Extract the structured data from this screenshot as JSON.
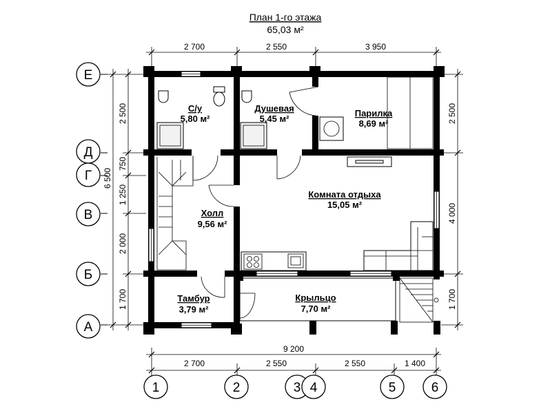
{
  "title": {
    "name": "План 1-го этажа",
    "area": "65,03 м²"
  },
  "rooms": {
    "su": {
      "name": "С/у",
      "area": "5,80 м²"
    },
    "shower": {
      "name": "Душевая",
      "area": "5,45 м²"
    },
    "sauna": {
      "name": "Парилка",
      "area": "8,69 м²"
    },
    "lounge": {
      "name": "Комната отдыха",
      "area": "15,05 м²"
    },
    "hall": {
      "name": "Холл",
      "area": "9,56 м²"
    },
    "vestibule": {
      "name": "Тамбур",
      "area": "3,79 м²"
    },
    "porch": {
      "name": "Крыльцо",
      "area": "7,70 м²"
    }
  },
  "dimensions": {
    "top": [
      "2 700",
      "2 550",
      "3 950"
    ],
    "bottom_total": "9 200",
    "bottom": [
      "2 700",
      "2 550",
      "2 550",
      "1 400"
    ],
    "left_total": "6 500",
    "left": [
      "2 500",
      "750",
      "1 250",
      "2 000",
      "1 700"
    ],
    "right": [
      "2 500",
      "4 000",
      "1 700"
    ]
  },
  "axes": {
    "rows": [
      "Е",
      "Д",
      "Г",
      "В",
      "Б",
      "А"
    ],
    "cols": [
      "1",
      "2",
      "3",
      "4",
      "5",
      "6"
    ]
  }
}
